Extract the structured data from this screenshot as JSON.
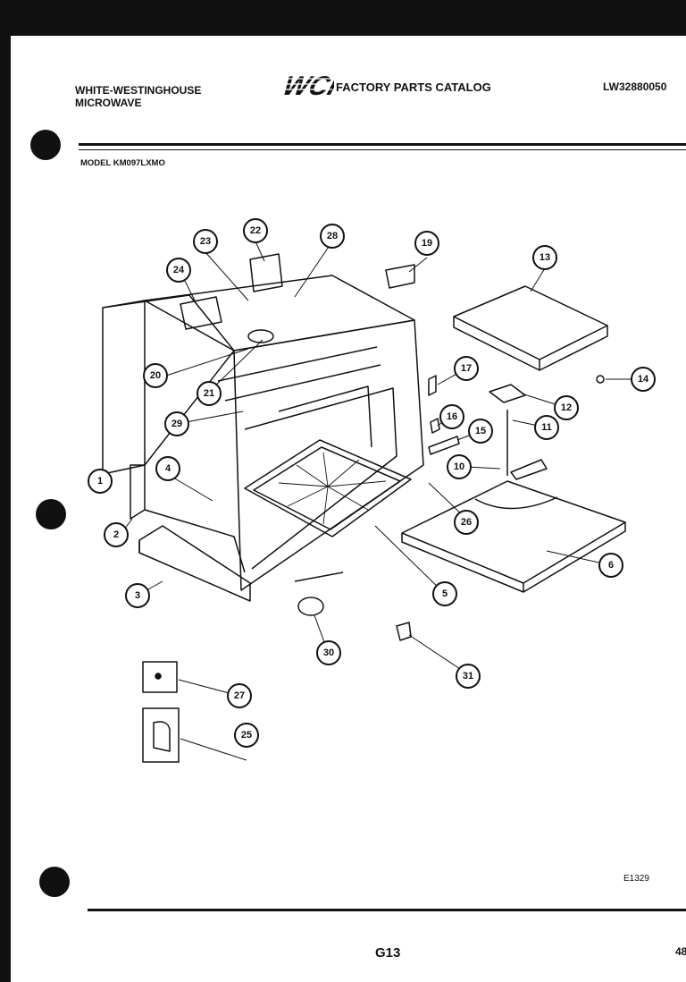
{
  "header": {
    "brand_line1": "WHITE-WESTINGHOUSE",
    "brand_line2": "MICROWAVE",
    "logo_text": "WCI",
    "catalog_title": "FACTORY PARTS CATALOG",
    "catalog_code": "LW32880050",
    "model_label": "MODEL KM097LXMO"
  },
  "callouts": [
    "1",
    "2",
    "3",
    "4",
    "5",
    "6",
    "10",
    "11",
    "12",
    "13",
    "14",
    "15",
    "16",
    "17",
    "19",
    "20",
    "21",
    "22",
    "23",
    "24",
    "25",
    "26",
    "27",
    "28",
    "29",
    "30",
    "31"
  ],
  "footer": {
    "diagram_code": "E1329",
    "page_label": "G13",
    "page_number": "48"
  }
}
